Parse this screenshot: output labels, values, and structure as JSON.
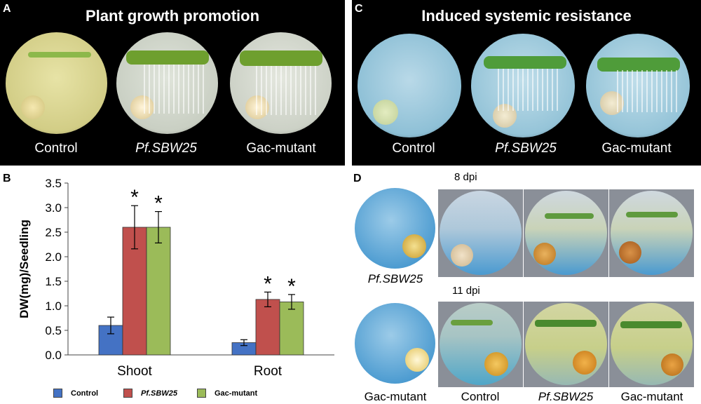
{
  "panels": {
    "A": {
      "letter": "A",
      "title": "Plant growth promotion",
      "labels": [
        "Control",
        "Pf.SBW25",
        "Gac-mutant"
      ]
    },
    "C": {
      "letter": "C",
      "title": "Induced systemic resistance",
      "labels": [
        "Control",
        "Pf.SBW25",
        "Gac-mutant"
      ]
    },
    "B": {
      "letter": "B"
    },
    "D": {
      "letter": "D",
      "time_labels": [
        "8 dpi",
        "11 dpi"
      ],
      "left_labels": [
        "Pf.SBW25",
        "Gac-mutant"
      ],
      "bottom_labels": [
        "Control",
        "Pf.SBW25",
        "Gac-mutant"
      ]
    }
  },
  "colors": {
    "control": "#4472C4",
    "pf_sbw25": "#C0504D",
    "gac_mutant": "#9BBB59"
  },
  "chart_data": {
    "type": "bar",
    "ylabel": "DW(mg)/Seedling",
    "ylim": [
      0,
      3.5
    ],
    "yticks": [
      "0.0",
      "0.5",
      "1.0",
      "1.5",
      "2.0",
      "2.5",
      "3.0",
      "3.5"
    ],
    "categories": [
      "Shoot",
      "Root"
    ],
    "series": [
      {
        "name": "Control",
        "values": [
          0.6,
          0.25
        ],
        "errors": [
          0.17,
          0.06
        ],
        "significant": [
          false,
          false
        ]
      },
      {
        "name": "Pf.SBW25",
        "values": [
          2.6,
          1.13
        ],
        "errors": [
          0.44,
          0.15
        ],
        "significant": [
          true,
          true
        ]
      },
      {
        "name": "Gac-mutant",
        "values": [
          2.6,
          1.08
        ],
        "errors": [
          0.32,
          0.15
        ],
        "significant": [
          true,
          true
        ]
      }
    ],
    "significance_marker": "*",
    "legend_position": "bottom"
  }
}
